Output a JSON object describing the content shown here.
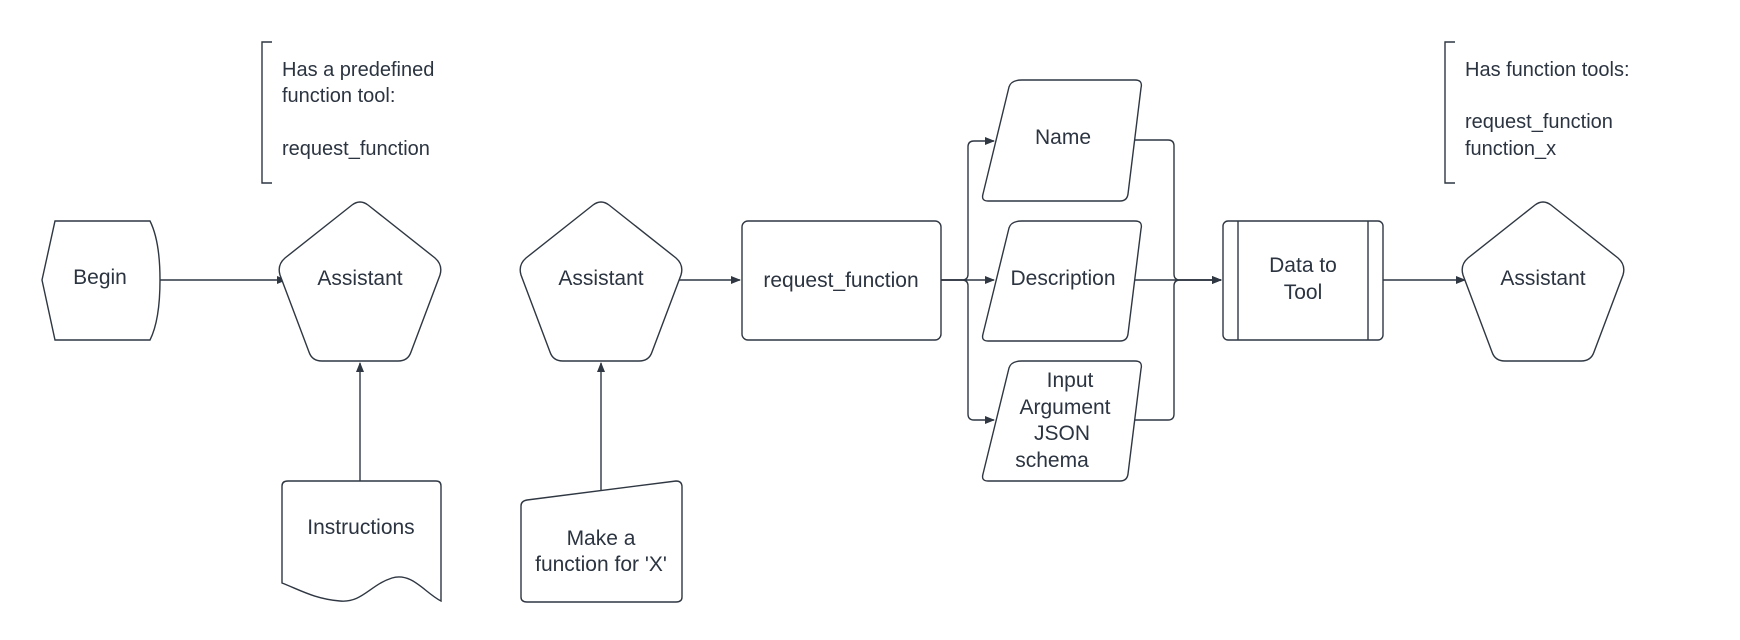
{
  "annotations": {
    "predefined": [
      "Has a predefined",
      "function tool:",
      "",
      "request_function"
    ],
    "tools": [
      "Has function tools:",
      "",
      "request_function",
      "function_x"
    ]
  },
  "nodes": {
    "begin": [
      "Begin"
    ],
    "assistant1": [
      "Assistant"
    ],
    "instructions": [
      "Instructions"
    ],
    "assistant2": [
      "Assistant"
    ],
    "make_function": [
      "Make a",
      "function for 'X'"
    ],
    "request_function": [
      "request_function"
    ],
    "name": [
      "Name"
    ],
    "description": [
      "Description"
    ],
    "input_schema": [
      "Input",
      "Argument",
      "JSON",
      "schema"
    ],
    "data_to_tool": [
      "Data to",
      "Tool"
    ],
    "assistant3": [
      "Assistant"
    ]
  }
}
